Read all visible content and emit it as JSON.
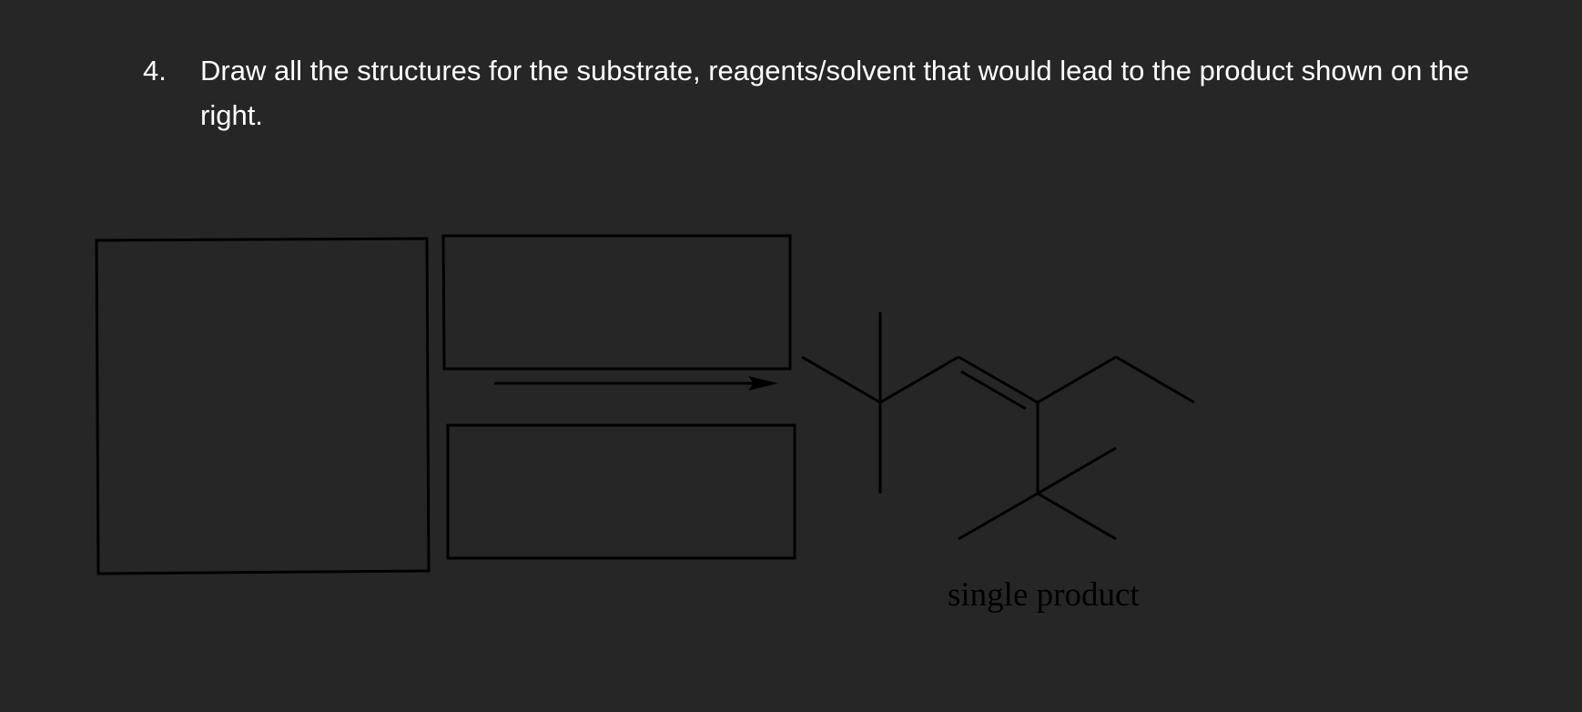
{
  "question": {
    "number": "4.",
    "text": "Draw all the structures for the substrate, reagents/solvent that would lead to the product shown on the right."
  },
  "diagram": {
    "product_caption": "single product",
    "line_color": "#000000",
    "background": "#262626",
    "text_color": "#ffffff"
  }
}
